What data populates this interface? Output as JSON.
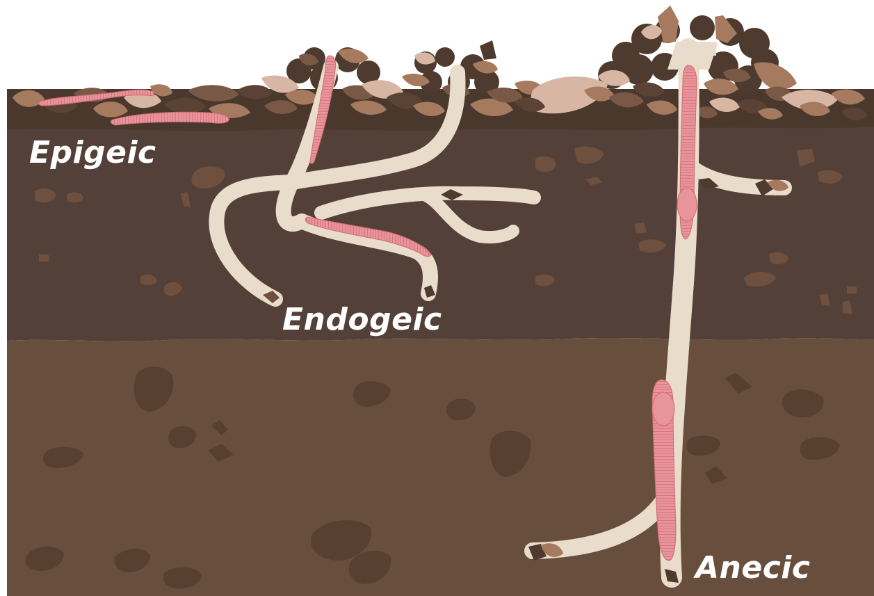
{
  "diagram": {
    "labels": {
      "epigeic": "Epigeic",
      "endogeic": "Endogeic",
      "anecic": "Anecic"
    }
  },
  "colors": {
    "background": "#ffffff",
    "topsoil": "#534139",
    "subsoil": "#684e3d",
    "pebble_topsoil": "#6f4f3e",
    "pebble_subsoil": "#57402f",
    "burrow": "#e9dccb",
    "worm": "#e8949b",
    "worm_stripe": "#d9767e",
    "leaf_light": "#d7b7a4",
    "leaf_mid": "#a67a5e",
    "leaf_dark": "#5a4235",
    "mound": "#4e3a2e",
    "label_text": "#ffffff"
  }
}
